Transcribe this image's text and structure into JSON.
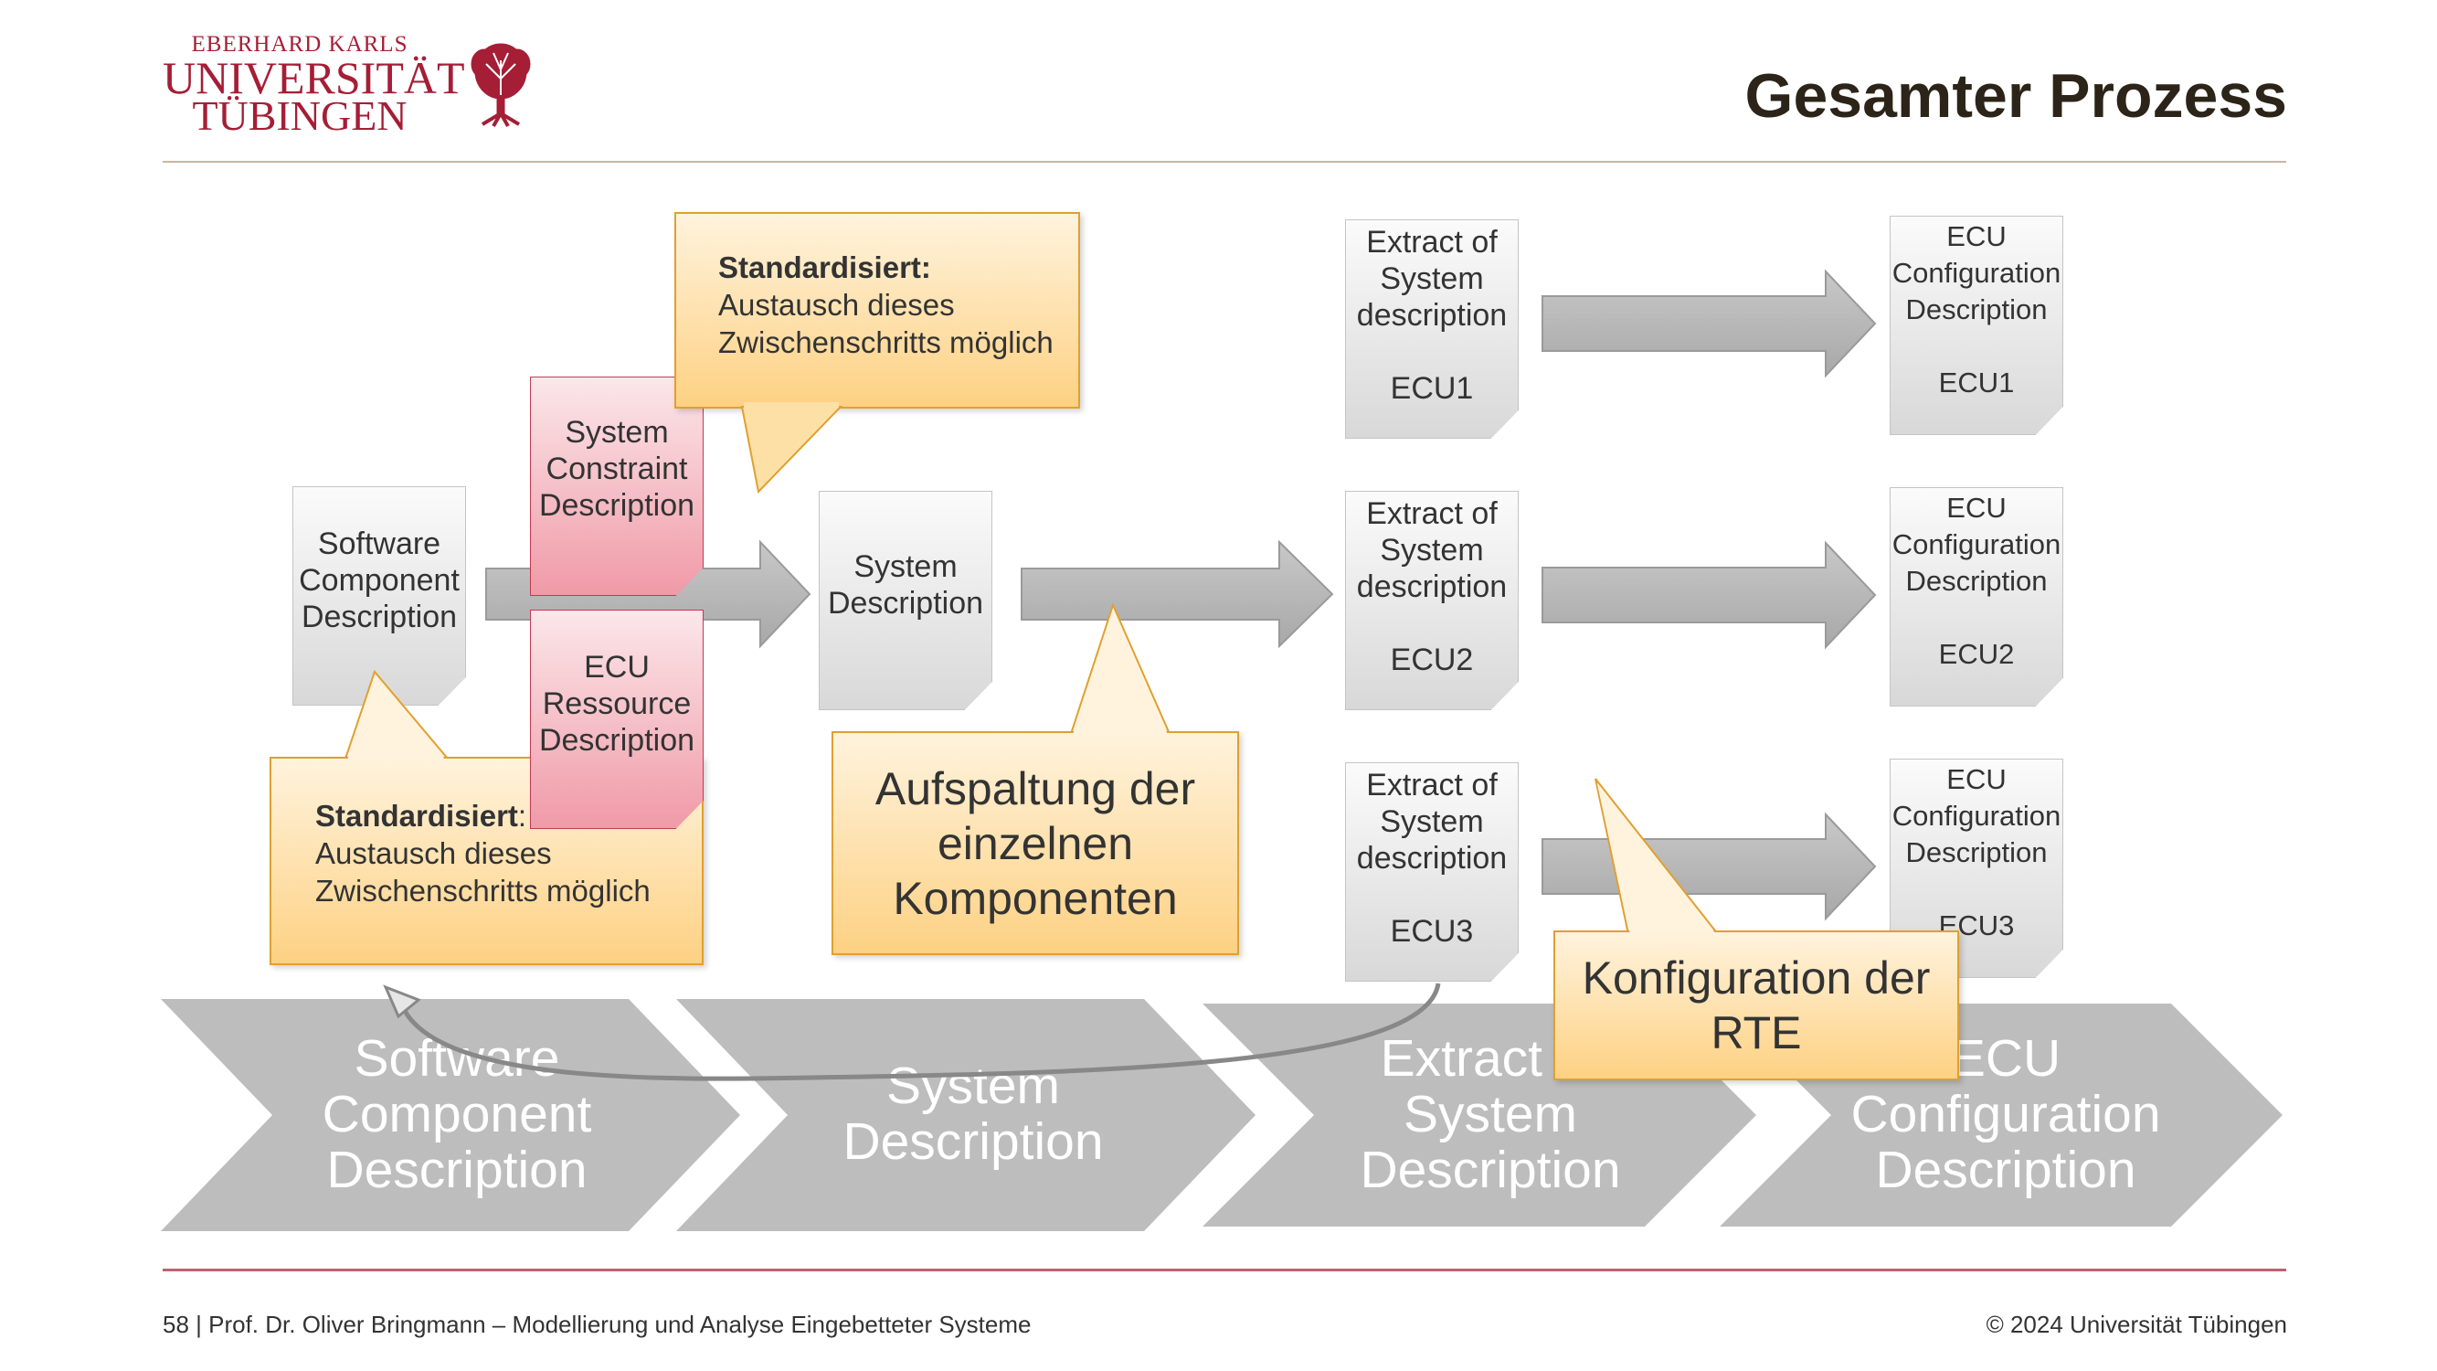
{
  "header": {
    "logo_line1": "EBERHARD KARLS",
    "logo_line2": "UNIVERSITÄT",
    "logo_line3": "TÜBINGEN",
    "title": "Gesamter Prozess"
  },
  "documents": {
    "swc": "Software Component Description",
    "sys_constraint": "System Constraint Description",
    "ecu_resource": "ECU Ressource Description",
    "system": "System Description",
    "extract1": "Extract of System description\n\nECU1",
    "extract2": "Extract of System description\n\nECU2",
    "extract3": "Extract of System description\n\nECU3",
    "ecucfg1": "ECU Configuration Description\n\nECU1",
    "ecucfg2": "ECU Configuration Description\n\nECU2",
    "ecucfg3": "ECU Configuration Description\n\nECU3"
  },
  "callouts": {
    "top_bold": "Standardisiert:",
    "top_text": "Austausch dieses\nZwischenschritts möglich",
    "left_bold": "Standardisiert",
    "left_colon": ":",
    "left_text": "Austausch dieses\nZwischenschritts möglich",
    "split": "Aufspaltung der einzelnen Komponenten",
    "rte": "Konfiguration der RTE"
  },
  "process": {
    "step1": "Software Component Description",
    "step2": "System Description",
    "step3": "Extract of System Description",
    "step4": "ECU Configuration Description"
  },
  "footer": {
    "left": "58 | Prof. Dr. Oliver Bringmann – Modellierung und Analyse Eingebetteter Systeme",
    "right": "© 2024 Universität Tübingen"
  },
  "colors": {
    "brand": "#a51e36",
    "callout_fill": "#fdd183",
    "doc_red": "#f09aa7",
    "chevron": "#bdbdbd",
    "arrow": "#b0b0b0"
  }
}
